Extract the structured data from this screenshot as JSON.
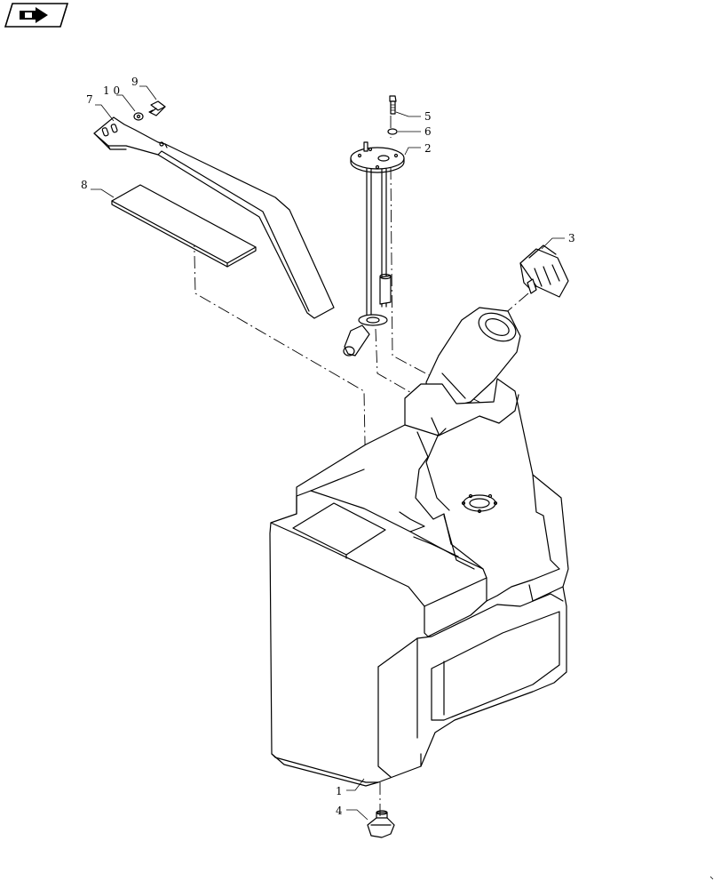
{
  "nav": {
    "icon": "prev-page-arrow-icon"
  },
  "callouts": [
    {
      "id": "1",
      "label": "1"
    },
    {
      "id": "2",
      "label": "2"
    },
    {
      "id": "3",
      "label": "3"
    },
    {
      "id": "4",
      "label": "4"
    },
    {
      "id": "5",
      "label": "5"
    },
    {
      "id": "6",
      "label": "6"
    },
    {
      "id": "7",
      "label": "7"
    },
    {
      "id": "8",
      "label": "8"
    },
    {
      "id": "9",
      "label": "9"
    },
    {
      "id": "10",
      "label": "1 0"
    }
  ]
}
